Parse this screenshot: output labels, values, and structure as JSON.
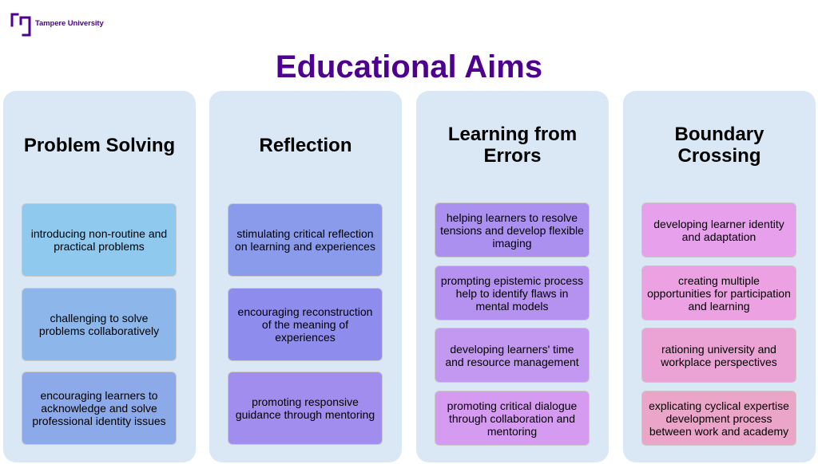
{
  "logo": {
    "text": "Tampere University",
    "color": "#4e008e"
  },
  "title": "Educational Aims",
  "columns": [
    {
      "heading": "Problem Solving",
      "items": [
        {
          "text": "introducing non-routine and practical problems",
          "color": "#8fc9ee"
        },
        {
          "text": "challenging to solve problems collaboratively",
          "color": "#8db7ea"
        },
        {
          "text": "encouraging learners to acknowledge and solve professional identity issues",
          "color": "#8ca9e9"
        }
      ]
    },
    {
      "heading": "Reflection",
      "items": [
        {
          "text": "stimulating critical reflection on learning and experiences",
          "color": "#8b9bec"
        },
        {
          "text": "encouraging reconstruction of the meaning of experiences",
          "color": "#8e8cec"
        },
        {
          "text": "promoting responsive guidance through mentoring",
          "color": "#a18ded"
        }
      ]
    },
    {
      "heading": "Learning from Errors",
      "items": [
        {
          "text": "helping learners to resolve tensions and develop flexible imaging",
          "color": "#ab90f0"
        },
        {
          "text": "prompting epistemic process help to identify flaws in mental models",
          "color": "#b592f0"
        },
        {
          "text": "developing learners' time and resource management",
          "color": "#c298f0"
        },
        {
          "text": "promoting critical dialogue through collaboration and mentoring",
          "color": "#d59bf0"
        }
      ]
    },
    {
      "heading": "Boundary Crossing",
      "items": [
        {
          "text": "developing learner identity and adaptation",
          "color": "#e7a0ec"
        },
        {
          "text": "creating multiple opportunities for participation and learning",
          "color": "#eba1e2"
        },
        {
          "text": "rationing university and workplace perspectives",
          "color": "#eba3d5"
        },
        {
          "text": "explicating cyclical expertise development process between work and academy",
          "color": "#eba5c9"
        }
      ]
    }
  ]
}
